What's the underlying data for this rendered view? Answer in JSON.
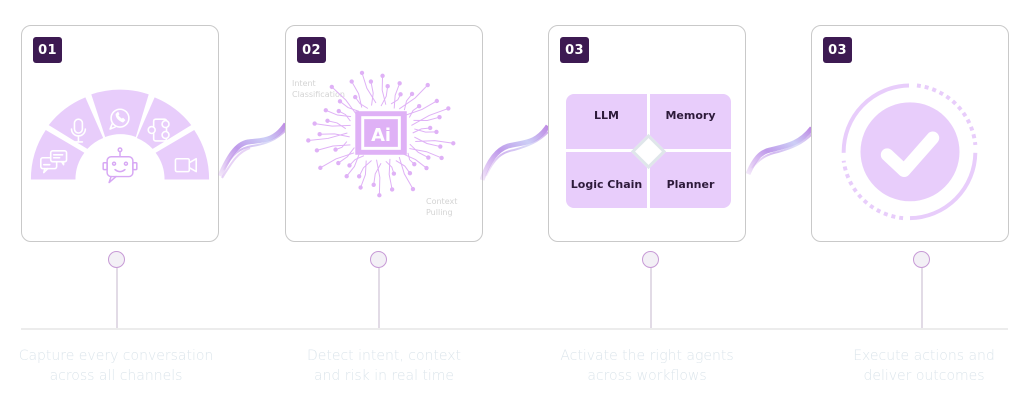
{
  "steps": [
    {
      "badge": "01",
      "visual": "omnichannel-fan",
      "channels": [
        "chat-icon",
        "microphone-icon",
        "whatsapp-icon",
        "mobile-messaging-icon",
        "video-camera-icon"
      ],
      "center_icon": "chatbot-icon",
      "caption_line1": "Capture every conversation",
      "caption_line2": "across all channels"
    },
    {
      "badge": "02",
      "visual": "ai-chip",
      "chip_label": "Ai",
      "label_top_line1": "Intent",
      "label_top_line2": "Classification",
      "label_bottom_line1": "Context",
      "label_bottom_line2": "Pulling",
      "caption_line1": "Detect intent, context",
      "caption_line2": "and risk in real time"
    },
    {
      "badge": "03",
      "visual": "agent-grid",
      "cells": [
        "LLM",
        "Memory",
        "Logic Chain",
        "Planner"
      ],
      "caption_line1": "Activate the right agents",
      "caption_line2": "across workflows"
    },
    {
      "badge": "03",
      "visual": "check-circle",
      "caption_line1": "Execute actions and",
      "caption_line2": "deliver outcomes"
    }
  ],
  "colors": {
    "badge_bg": "#3d1a52",
    "accent_light": "#e8cdfb",
    "accent_line": "#e0b7f7",
    "node_border": "#c79ad6",
    "caption": "#dde6ec"
  }
}
